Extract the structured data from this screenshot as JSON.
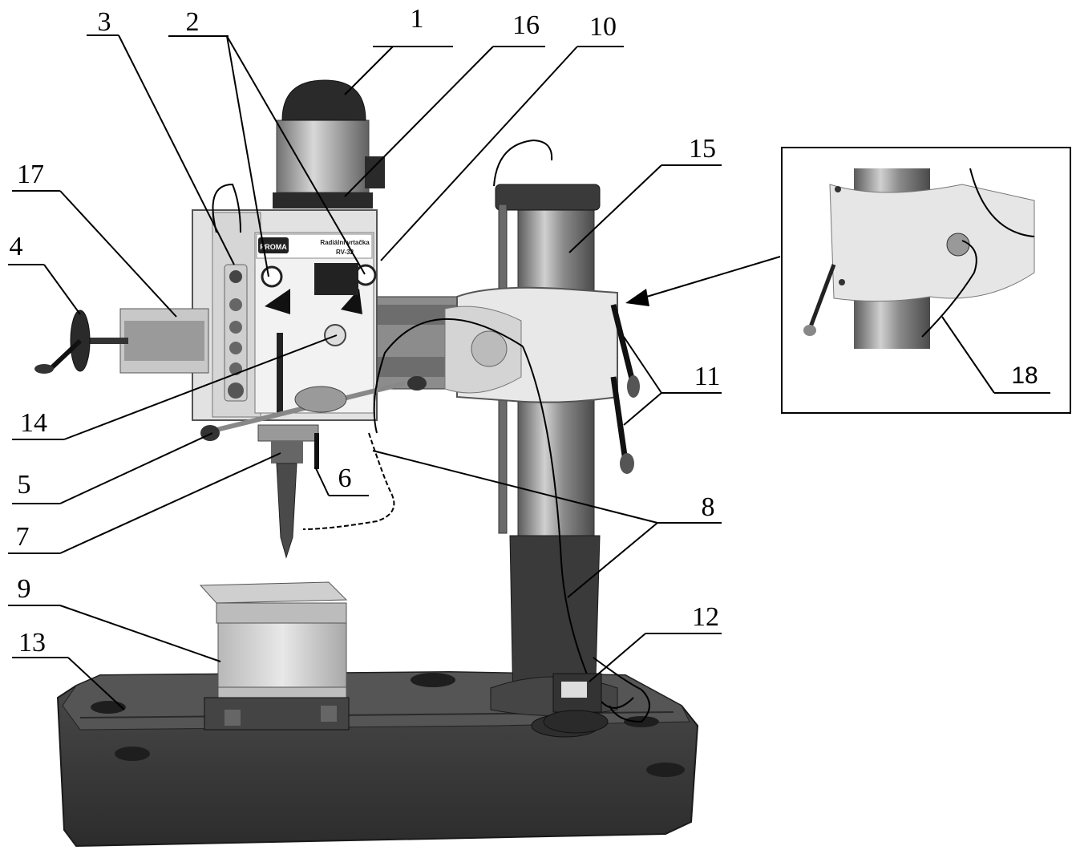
{
  "machine": {
    "brand": "PROMA",
    "plate_title": "Radiální vrtačka",
    "model": "RV-32"
  },
  "callouts": {
    "n1": "1",
    "n2": "2",
    "n3": "3",
    "n4": "4",
    "n5": "5",
    "n6": "6",
    "n7": "7",
    "n8": "8",
    "n9": "9",
    "n10": "10",
    "n11": "11",
    "n12": "12",
    "n13": "13",
    "n14": "14",
    "n15": "15",
    "n16": "16",
    "n17": "17",
    "n18": "18"
  },
  "colors": {
    "ink": "#000000",
    "cast_iron": "#3d3d3d",
    "cast_iron_dark": "#2a2a2a",
    "light_paint": "#e6e6e6",
    "steel": "#9a9a9a",
    "steel_light": "#c8c8c8"
  }
}
